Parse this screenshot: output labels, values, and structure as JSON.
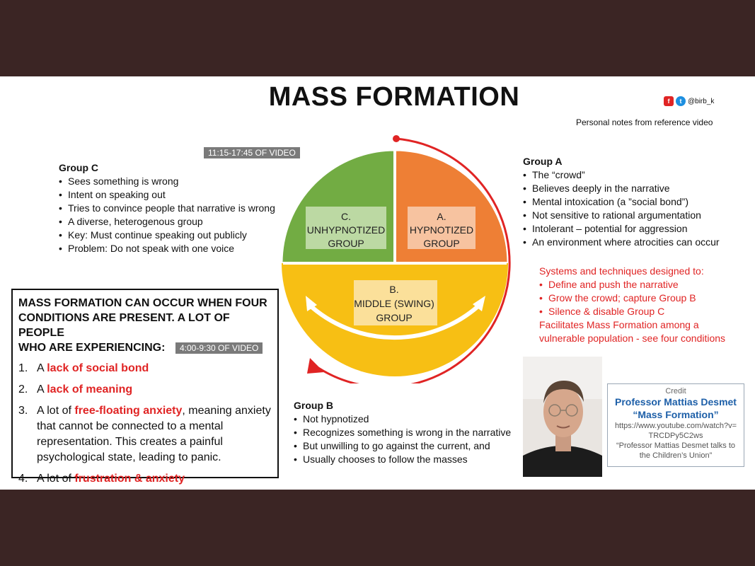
{
  "title": "MASS FORMATION",
  "social": {
    "handle": "@birb_k",
    "icons": [
      "facebook-icon",
      "twitter-icon"
    ]
  },
  "notes": "Personal notes from reference video",
  "video_badge_1": "11:15-17:45 OF VIDEO",
  "video_badge_2": "4:00-9:30 OF VIDEO",
  "wheel": {
    "segments": [
      {
        "label_line1": "A.",
        "label_line2": "HYPNOTIZED",
        "label_line3": "GROUP",
        "color": "#ee7f35"
      },
      {
        "label_line1": "B.",
        "label_line2": "MIDDLE (SWING)",
        "label_line3": "GROUP",
        "color": "#f7bf14"
      },
      {
        "label_line1": "C.",
        "label_line2": "UNHYPNOTIZED",
        "label_line3": "GROUP",
        "color": "#72ac43"
      }
    ],
    "arrow_color": "#e02424"
  },
  "group_c": {
    "heading": "Group C",
    "items": [
      "Sees something is wrong",
      "Intent on speaking out",
      "Tries to convince people that narrative is wrong",
      "A diverse, heterogenous group",
      "Key: Must continue speaking out publicly",
      "Problem: Do not speak with one voice"
    ]
  },
  "group_a": {
    "heading": "Group A",
    "items": [
      "The “crowd”",
      "Believes deeply in the narrative",
      "Mental intoxication (a ”social bond”)",
      "Not sensitive to rational argumentation",
      "Intolerant – potential for aggression",
      "An environment where atrocities can occur"
    ]
  },
  "systems": {
    "heading": "Systems and techniques designed to:",
    "items": [
      "Define and push the narrative",
      "Grow the crowd; capture Group B",
      "Silence & disable Group C"
    ],
    "footer_line1": "Facilitates Mass Formation among a",
    "footer_line2": "vulnerable population - see four conditions"
  },
  "group_b": {
    "heading": "Group B",
    "items": [
      "Not hypnotized",
      "Recognizes something is wrong in the narrative",
      "But unwilling to go against the current, and",
      "Usually chooses to follow the masses"
    ]
  },
  "conditions": {
    "heading_line1": "MASS FORMATION CAN OCCUR WHEN FOUR",
    "heading_line2": "CONDITIONS ARE PRESENT. A LOT OF PEOPLE",
    "heading_line3": "WHO ARE EXPERIENCING:",
    "items": [
      {
        "num": "1.",
        "pre": "A ",
        "hl": "lack of social bond",
        "post": ""
      },
      {
        "num": "2.",
        "pre": "A ",
        "hl": "lack of meaning",
        "post": ""
      },
      {
        "num": "3.",
        "pre": "A lot of ",
        "hl": "free-floating anxiety",
        "post": ", meaning anxiety that cannot be connected to a mental representation. This creates a painful psychological state, leading to panic."
      },
      {
        "num": "4.",
        "pre": "A lot of ",
        "hl": "frustration & anxiety",
        "post": ""
      }
    ]
  },
  "credit": {
    "label": "Credit",
    "name": "Professor Mattias Desmet",
    "work": "“Mass Formation”",
    "url_line1": "https://www.youtube.com/watch?v=",
    "url_line2": "TRCDPy5C2ws",
    "desc_line1": "“Professor Mattias Desmet talks to",
    "desc_line2": "the Children’s Union”"
  }
}
